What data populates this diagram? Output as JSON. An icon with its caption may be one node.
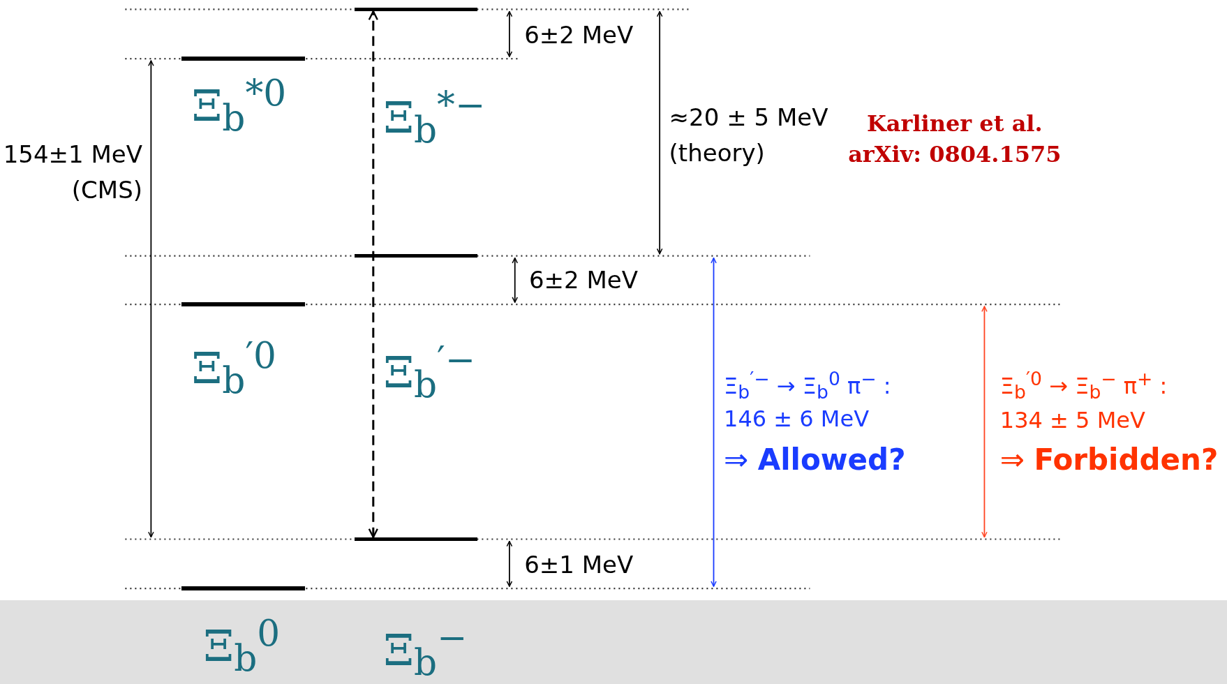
{
  "diagram": {
    "nodes": [
      {
        "text": [],
        "shape": "bar",
        "beside": [
          "Ξ$_{b}$$^{*−}$"
        ]
      },
      {
        "text": [],
        "shape": "bar",
        "beside": [
          "Ξ$_{b}$$^{*0}$"
        ]
      },
      {
        "text": [],
        "shape": "bar",
        "beside": [
          "Ξ$_{b}$$^{′−}$"
        ]
      },
      {
        "text": [],
        "shape": "bar",
        "beside": [
          "Ξ$_{b}$$^{′0}$"
        ]
      },
      {
        "text": [],
        "shape": "bar",
        "beside": [
          "Ξ$_{b}$$^{−}$"
        ]
      },
      {
        "text": [],
        "shape": "bar",
        "beside": [
          "Ξ$_{b}$$^{0}$"
        ]
      }
    ],
    "edges": [
      {
        "from": 4,
        "to": 0,
        "arrow": "both",
        "style": "dashed"
      }
    ],
    "labels": [
      "6±2 MeV",
      "≈20 ± 5 MeV",
      "(theory)",
      "Karliner et al.",
      "arXiv: 0804.1575",
      "154±1 MeV",
      "(CMS)",
      "6±2 MeV",
      "Ξ$_{b}$$^{′−}$ → Ξ$_{b}$$^{0}$ π$^{−}$ :",
      "146 ± 6 MeV",
      "⇒ **Allowed?**",
      "Ξ$_{b}$$^{′0}$ → Ξ$_{b}$$^{−}$ π$^{+}$ :",
      "134 ± 5 MeV",
      "⇒ **Forbidden?**",
      "6±1 MeV"
    ]
  }
}
